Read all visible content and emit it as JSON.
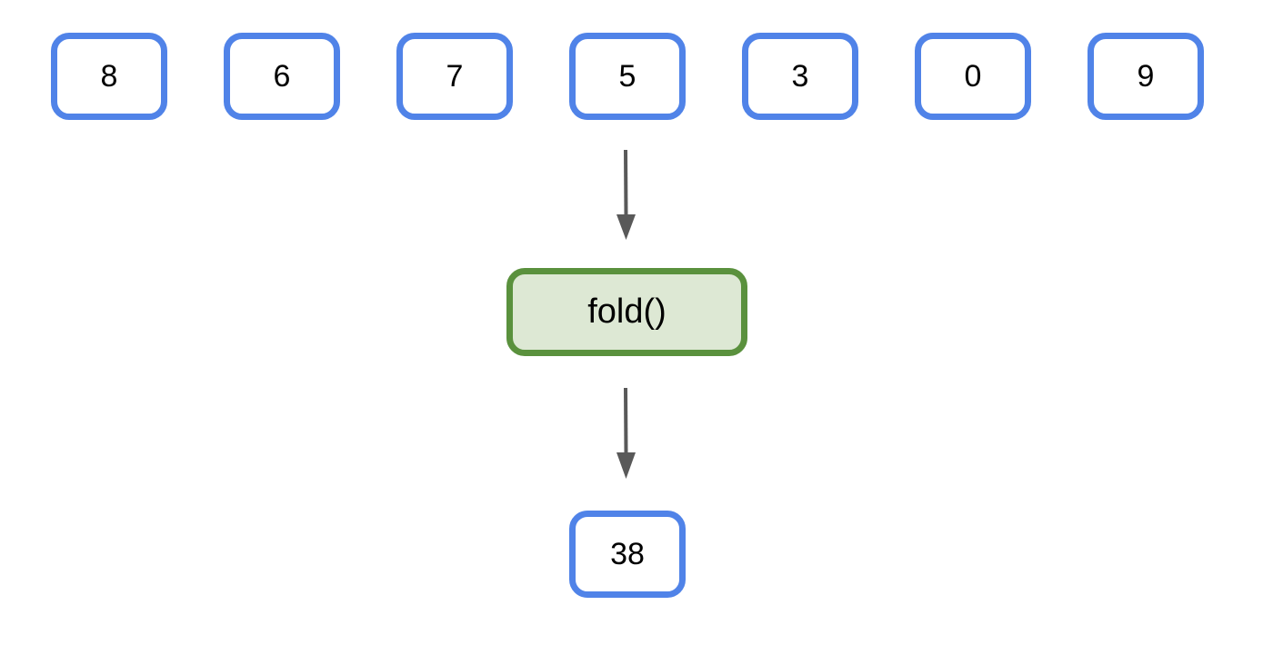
{
  "inputs": [
    "8",
    "6",
    "7",
    "5",
    "3",
    "0",
    "9"
  ],
  "function_label": "fold()",
  "result": "38",
  "colors": {
    "input_border": "#5083e8",
    "function_border": "#5a913d",
    "function_fill": "#dde8d4",
    "arrow": "#595959"
  }
}
